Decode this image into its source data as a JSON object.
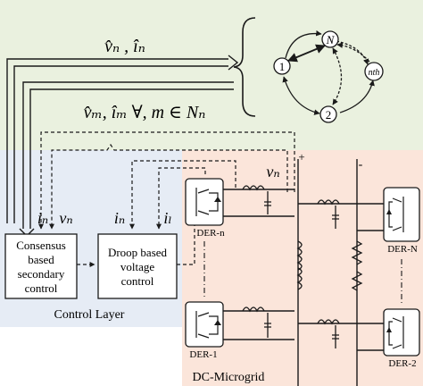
{
  "colors": {
    "comm_bg": "#eaf1df",
    "control_bg": "#e6ecf5",
    "micro_bg": "#fbe5da",
    "line": "#1a1a1a",
    "box_fill": "#ffffff"
  },
  "top": {
    "arrow_label_1": "v̂ₙ , îₙ",
    "arrow_label_2": "v̂ₘ, îₘ ∀, m ∈ Nₙ"
  },
  "graph": {
    "nodes": [
      "N",
      "1",
      "nth",
      "2"
    ]
  },
  "control": {
    "consensus_lines": [
      "Consensus",
      "based",
      "secondary",
      "control"
    ],
    "droop_lines": [
      "Droop based",
      "voltage",
      "control"
    ],
    "layer_label": "Control Layer",
    "signal_in": "iₙ",
    "signal_vn": "vₙ",
    "signal_in2": "iₙ",
    "signal_il": "iₗ"
  },
  "microgrid": {
    "label": "DC-Microgrid",
    "vn_label": "vₙ",
    "plus": "+",
    "minus": "-",
    "der_n": "DER-n",
    "der_1": "DER-1",
    "der_N": "DER-N",
    "der_2": "DER-2"
  }
}
